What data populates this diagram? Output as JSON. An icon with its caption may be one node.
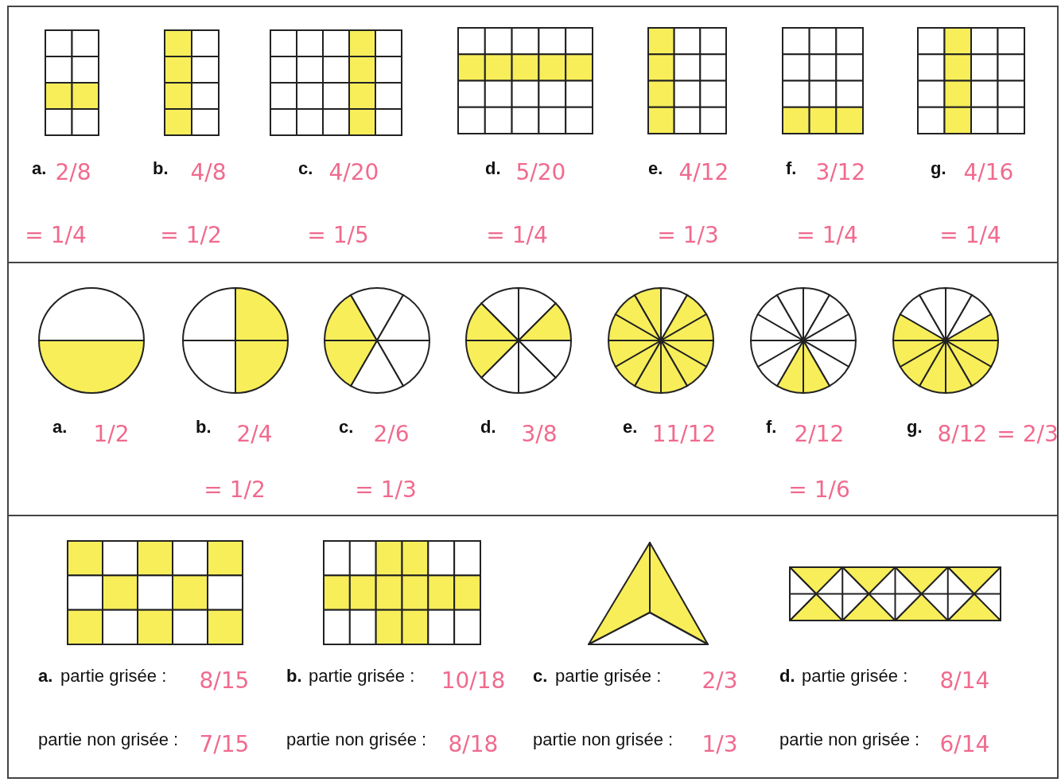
{
  "diagram": {
    "labels": [
      "a.",
      "2/8",
      "b.",
      "4/8",
      "c.",
      "4/20",
      "d.",
      "5/20",
      "e.",
      "4/12",
      "f.",
      "3/12",
      "g.",
      "4/16",
      "= 1/4",
      "= 1/2",
      "= 1/5",
      "= 1/4",
      "= 1/3",
      "= 1/4",
      "= 1/4",
      "a.",
      "1/2",
      "b.",
      "2/4",
      "c.",
      "2/6",
      "d.",
      "3/8",
      "e.",
      "11/12",
      "f.",
      "2/12",
      "g.",
      "8/12",
      "= 2/3",
      "= 1/2",
      "= 1/3",
      "= 1/6",
      "a.",
      "partie grisée :",
      "8/15",
      "b.",
      "partie grisée :",
      "10/18",
      "c.",
      "partie grisée :",
      "2/3",
      "d.",
      "partie grisée :",
      "8/14",
      "partie non grisée :",
      "7/15",
      "partie non grisée :",
      "8/18",
      "partie non grisée :",
      "1/3",
      "partie non grisée :",
      "6/14"
    ]
  }
}
